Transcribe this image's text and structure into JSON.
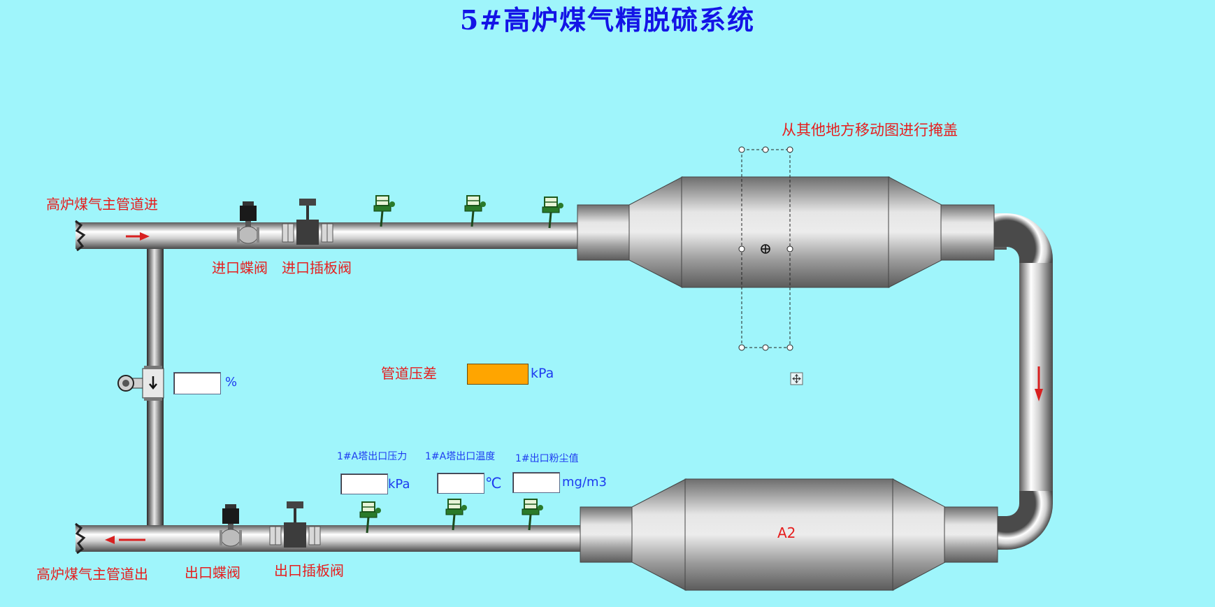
{
  "title": "5#高炉煤气精脱硫系统",
  "overlay_note": "从其他地方移动图进行掩盖",
  "labels": {
    "inlet_main": "高炉煤气主管道进",
    "outlet_main": "高炉煤气主管道出",
    "inlet_butterfly": "进口蝶阀",
    "inlet_gate": "进口插板阀",
    "outlet_butterfly": "出口蝶阀",
    "outlet_gate": "出口插板阀",
    "pipe_dp": "管道压差",
    "tower_label": "A2"
  },
  "readouts": {
    "bypass_valve": {
      "value": "",
      "unit": "%"
    },
    "pipe_dp": {
      "value": "",
      "unit": "kPa"
    },
    "outlet_pressure": {
      "label": "1#A塔出口压力",
      "value": "",
      "unit": "kPa"
    },
    "outlet_temp": {
      "label": "1#A塔出口温度",
      "value": "",
      "unit": "℃"
    },
    "outlet_dust": {
      "label": "1#出口粉尘值",
      "value": "",
      "unit": "mg/m3"
    }
  },
  "colors": {
    "background": "#9ff5fb",
    "title": "#1414e6",
    "label_red": "#e61e1e",
    "label_blue": "#1e3cf0",
    "dp_box": "#ffa500",
    "flow_arrow": "#e02020"
  },
  "icons": [
    "flow-arrow-icon",
    "butterfly-valve-icon",
    "gate-valve-icon",
    "transmitter-icon",
    "bypass-valve-icon",
    "move-handle-icon",
    "crosshair-icon"
  ]
}
